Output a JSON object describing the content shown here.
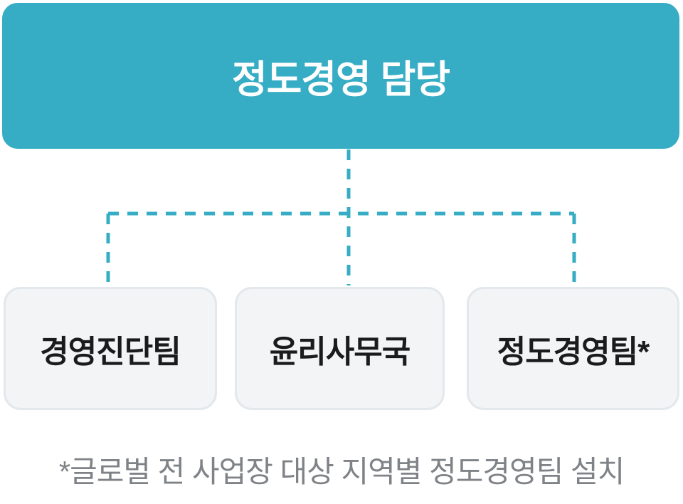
{
  "org_chart": {
    "root": {
      "label": "정도경영 담당"
    },
    "children": [
      {
        "label": "경영진단팀"
      },
      {
        "label": "윤리사무국"
      },
      {
        "label": "정도경영팀*"
      }
    ],
    "footnote": "*글로벌 전 사업장 대상 지역별 정도경영팀 설치"
  },
  "colors": {
    "page_bg": "#FFFFFF",
    "accent_teal": "#36ADC4",
    "root_text": "#FFFFFF",
    "child_box_fill": "#F2F4F6",
    "child_box_border": "#E2E8EC",
    "child_text": "#1B1B1B",
    "footnote_text": "#7F8387"
  }
}
